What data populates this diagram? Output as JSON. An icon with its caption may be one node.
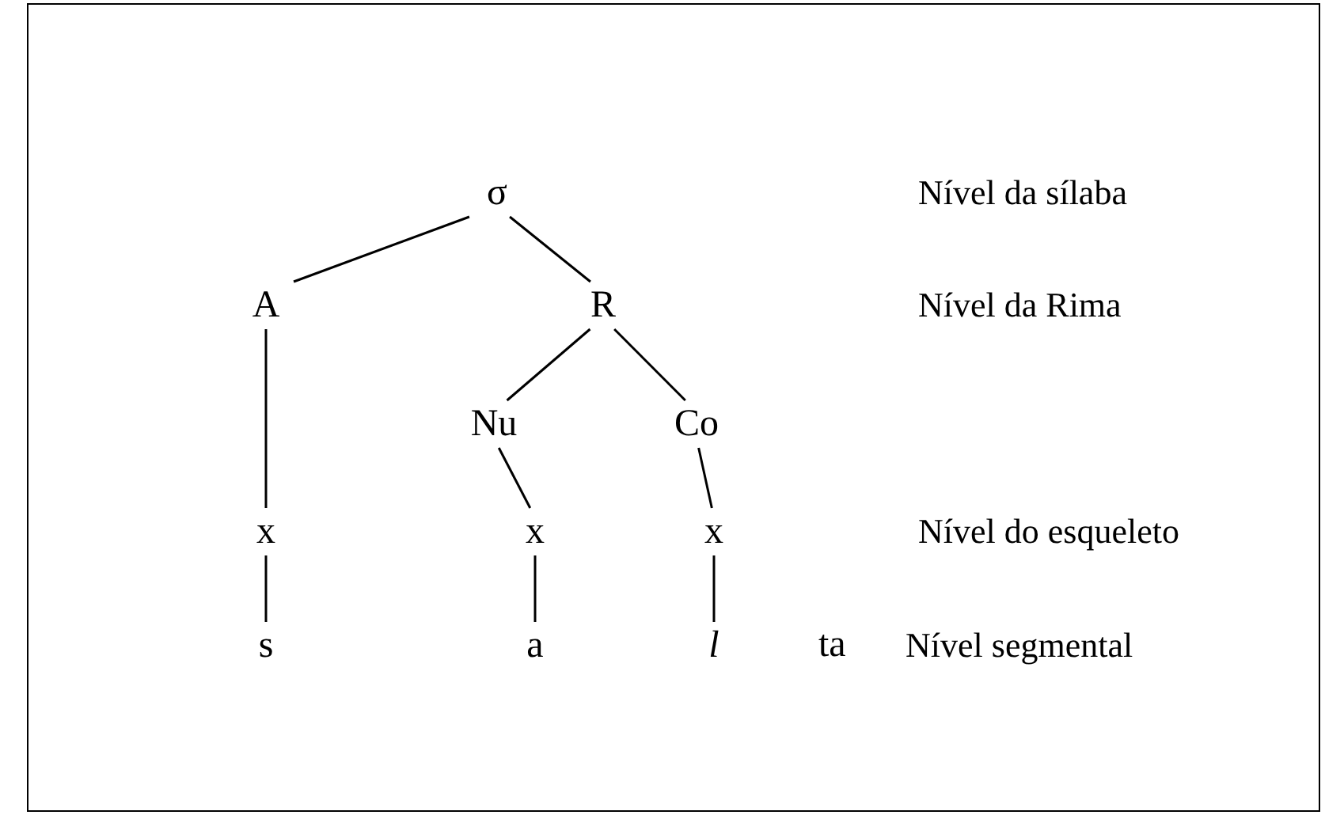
{
  "diagram": {
    "nodes": [
      {
        "text": [
          "σ"
        ]
      },
      {
        "text": [
          "A"
        ]
      },
      {
        "text": [
          "R"
        ]
      },
      {
        "text": [
          "Nu"
        ]
      },
      {
        "text": [
          "Co"
        ]
      },
      {
        "text": [
          "x"
        ]
      },
      {
        "text": [
          "x"
        ]
      },
      {
        "text": [
          "x"
        ]
      },
      {
        "text": [
          "s"
        ]
      },
      {
        "text": [
          "a"
        ]
      },
      {
        "text": [
          "l"
        ]
      }
    ],
    "edges": [
      {
        "from": 0,
        "to": 1,
        "arrow": "none"
      },
      {
        "from": 0,
        "to": 2,
        "arrow": "none"
      },
      {
        "from": 2,
        "to": 3,
        "arrow": "none"
      },
      {
        "from": 2,
        "to": 4,
        "arrow": "none"
      },
      {
        "from": 1,
        "to": 5,
        "arrow": "none"
      },
      {
        "from": 3,
        "to": 6,
        "arrow": "none"
      },
      {
        "from": 4,
        "to": 7,
        "arrow": "none"
      },
      {
        "from": 5,
        "to": 8,
        "arrow": "none"
      },
      {
        "from": 6,
        "to": 9,
        "arrow": "none"
      },
      {
        "from": 7,
        "to": 10,
        "arrow": "none"
      }
    ],
    "labels": [
      "Nível da sílaba",
      "Nível da Rima",
      "ta",
      "Nível do esqueleto",
      "Nível segmental"
    ]
  }
}
